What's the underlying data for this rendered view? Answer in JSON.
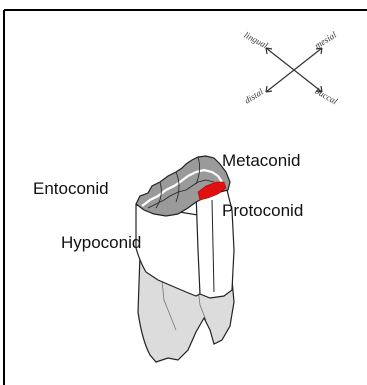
{
  "labels": {
    "entoconid": "Entoconid",
    "metaconid": "Metaconid",
    "protoconid": "Protoconid",
    "hypoconid": "Hypoconid"
  },
  "orientation": {
    "lingual": "lingual",
    "mesial": "mesial",
    "distal": "distal",
    "buccal": "buccal"
  },
  "colors": {
    "highlight": "#e01010",
    "outline": "#222222",
    "root_fill": "#dcdcdc",
    "enamel_fill": "#9a9a9a",
    "frame": "#000000"
  }
}
